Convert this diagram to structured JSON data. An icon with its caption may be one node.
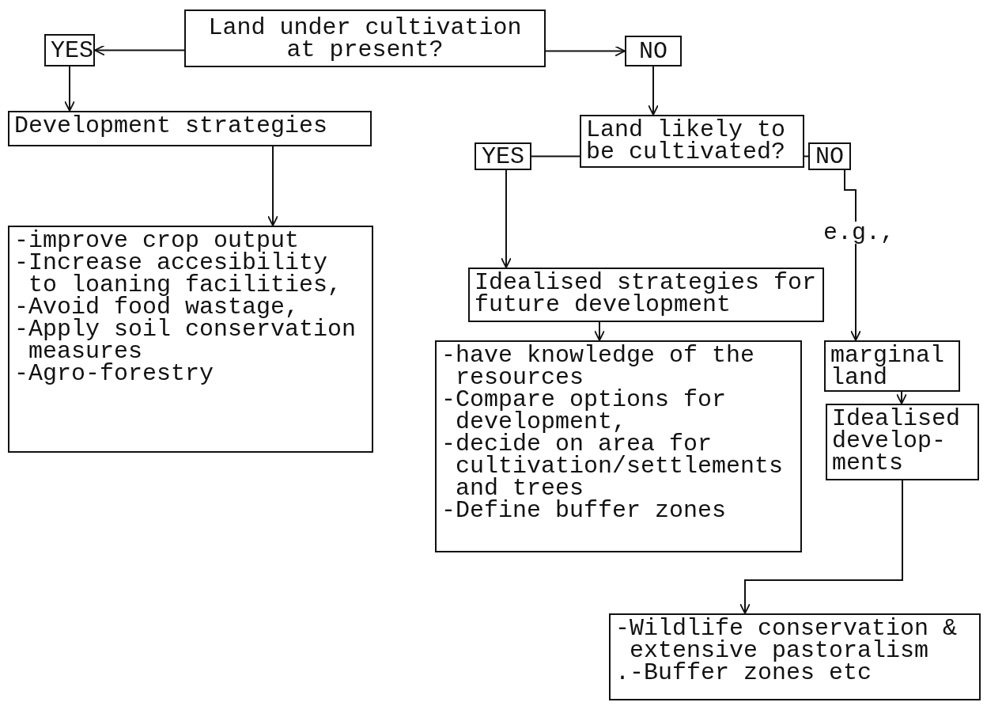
{
  "diagram": {
    "nodes": [
      {
        "text": [
          "Land under cultivation at present?"
        ]
      },
      {
        "text": [
          "YES"
        ]
      },
      {
        "text": [
          "NO"
        ]
      },
      {
        "text": [
          "Development strategies"
        ]
      },
      {
        "text": [
          "-improve crop output",
          "-Increase accesibility to loaning facilities,",
          "-Avoid food wastage,",
          "-Apply soil conservation measures",
          "-Agro-forestry"
        ]
      },
      {
        "text": [
          "Land likely to be cultivated?"
        ]
      },
      {
        "text": [
          "YES"
        ]
      },
      {
        "text": [
          "NO"
        ]
      },
      {
        "text": [
          "Idealised strategies for future development"
        ]
      },
      {
        "text": [
          "-have knowledge of the resources",
          "-Compare options for development,",
          "-decide on area for cultivation/settlements and trees",
          "-Define buffer zones"
        ]
      },
      {
        "text": [
          "marginal land"
        ]
      },
      {
        "text": [
          "Idealised develop-ments"
        ]
      },
      {
        "text": [
          "-Wildlife conservation & extensive pastoralism",
          ".-Buffer zones etc"
        ]
      }
    ],
    "edges": [
      {
        "from": 0,
        "to": 1,
        "arrow": "to"
      },
      {
        "from": 0,
        "to": 2,
        "arrow": "to"
      },
      {
        "from": 1,
        "to": 3,
        "arrow": "to"
      },
      {
        "from": 2,
        "to": 5,
        "arrow": "to"
      },
      {
        "from": 3,
        "to": 4,
        "arrow": "to"
      },
      {
        "from": 5,
        "to": 6,
        "arrow": "none"
      },
      {
        "from": 5,
        "to": 7,
        "arrow": "none"
      },
      {
        "from": 6,
        "to": 8,
        "arrow": "to"
      },
      {
        "from": 7,
        "to": 10,
        "arrow": "to",
        "label": "e.g.,"
      },
      {
        "from": 8,
        "to": 9,
        "arrow": "to"
      },
      {
        "from": 10,
        "to": 11,
        "arrow": "to"
      },
      {
        "from": 11,
        "to": 12,
        "arrow": "to"
      }
    ]
  }
}
